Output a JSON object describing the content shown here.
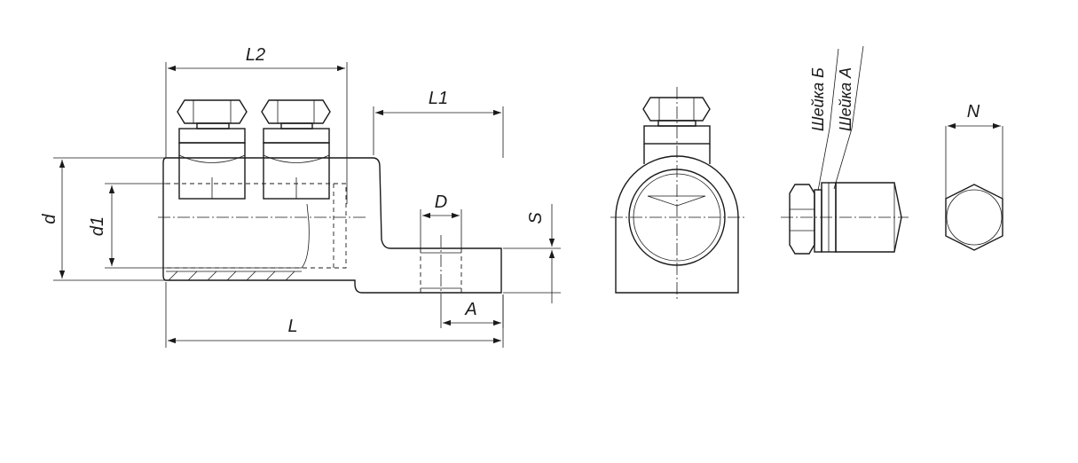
{
  "dimensions": {
    "L2": "L2",
    "L1": "L1",
    "D": "D",
    "S": "S",
    "d": "d",
    "d1": "d1",
    "A": "A",
    "L": "L",
    "N": "N"
  },
  "callouts": {
    "neck_b": "Шейка Б",
    "neck_a": "Шейка А"
  },
  "colors": {
    "line": "#1a1a1a",
    "background": "#ffffff"
  }
}
